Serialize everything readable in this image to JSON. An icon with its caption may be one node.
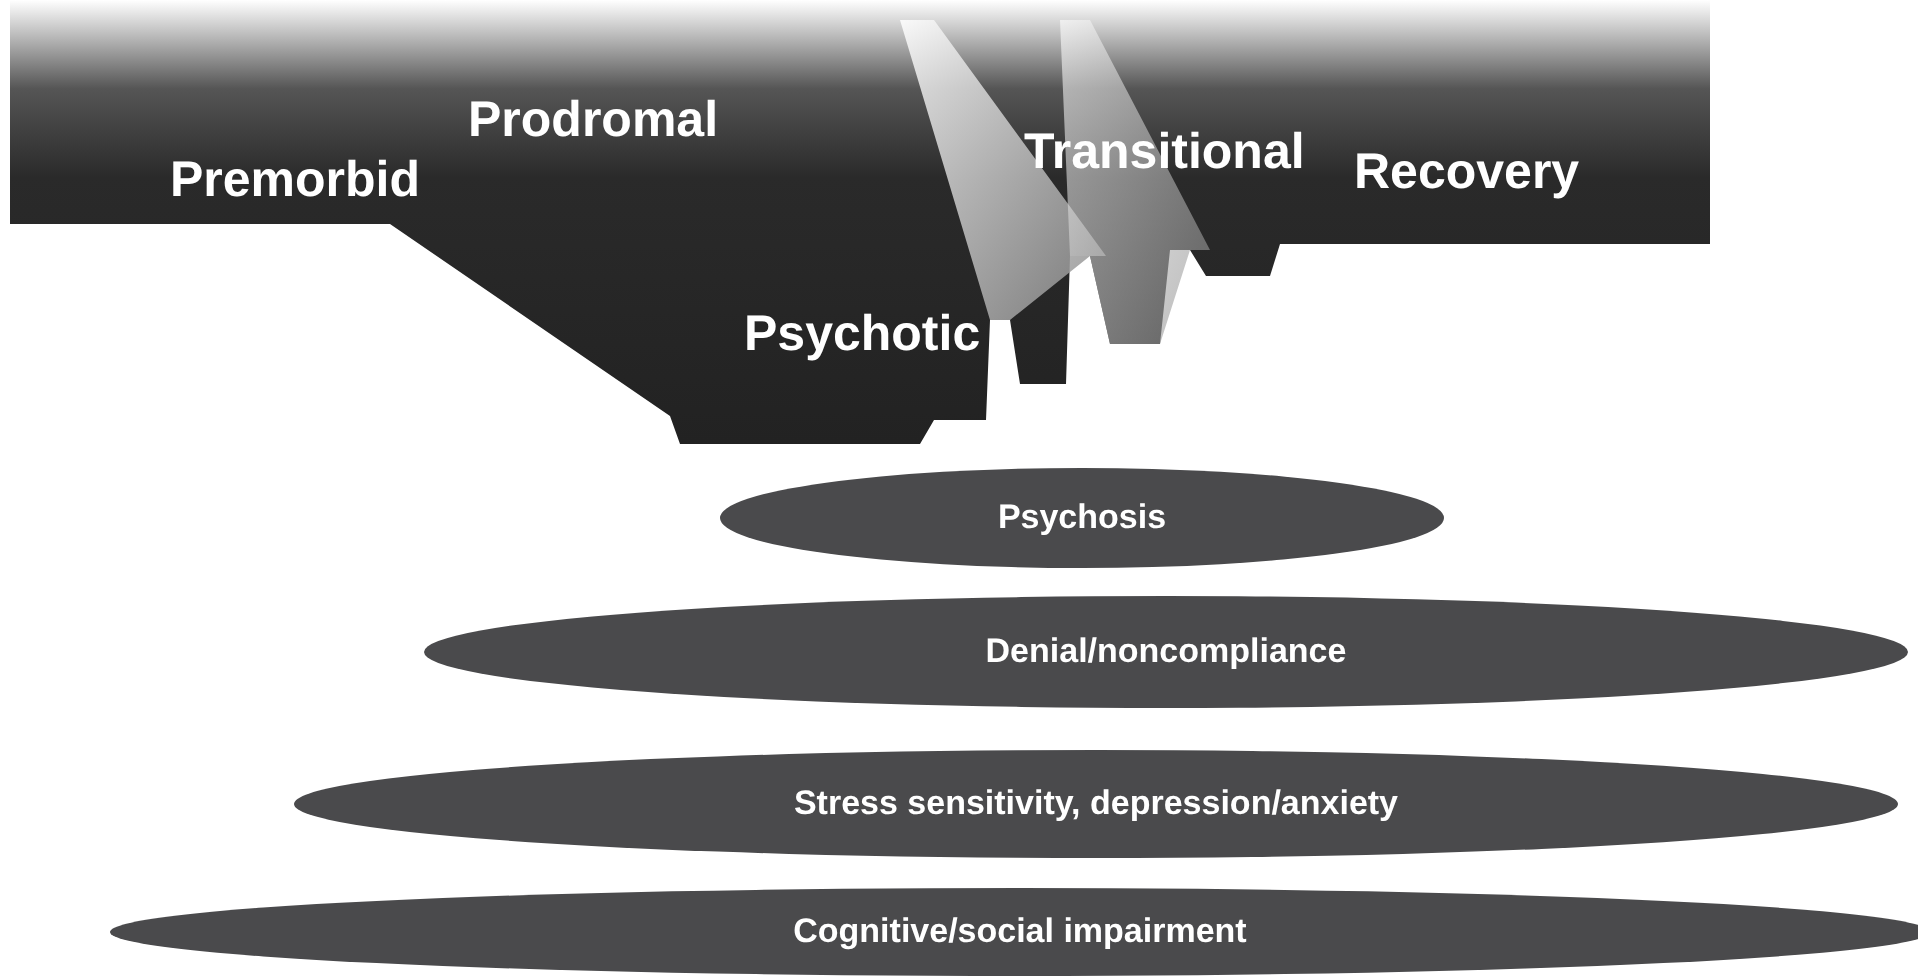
{
  "diagram": {
    "nodes": [
      {
        "text": [
          "Premorbid",
          "Prodromal",
          "Psychotic",
          "Transitional",
          "Recovery"
        ]
      },
      {
        "text": [
          "Psychosis"
        ]
      },
      {
        "text": [
          "Denial/noncompliance"
        ]
      },
      {
        "text": [
          "Stress sensitivity, depression/anxiety"
        ]
      },
      {
        "text": [
          "Cognitive/social impairment"
        ]
      }
    ]
  }
}
